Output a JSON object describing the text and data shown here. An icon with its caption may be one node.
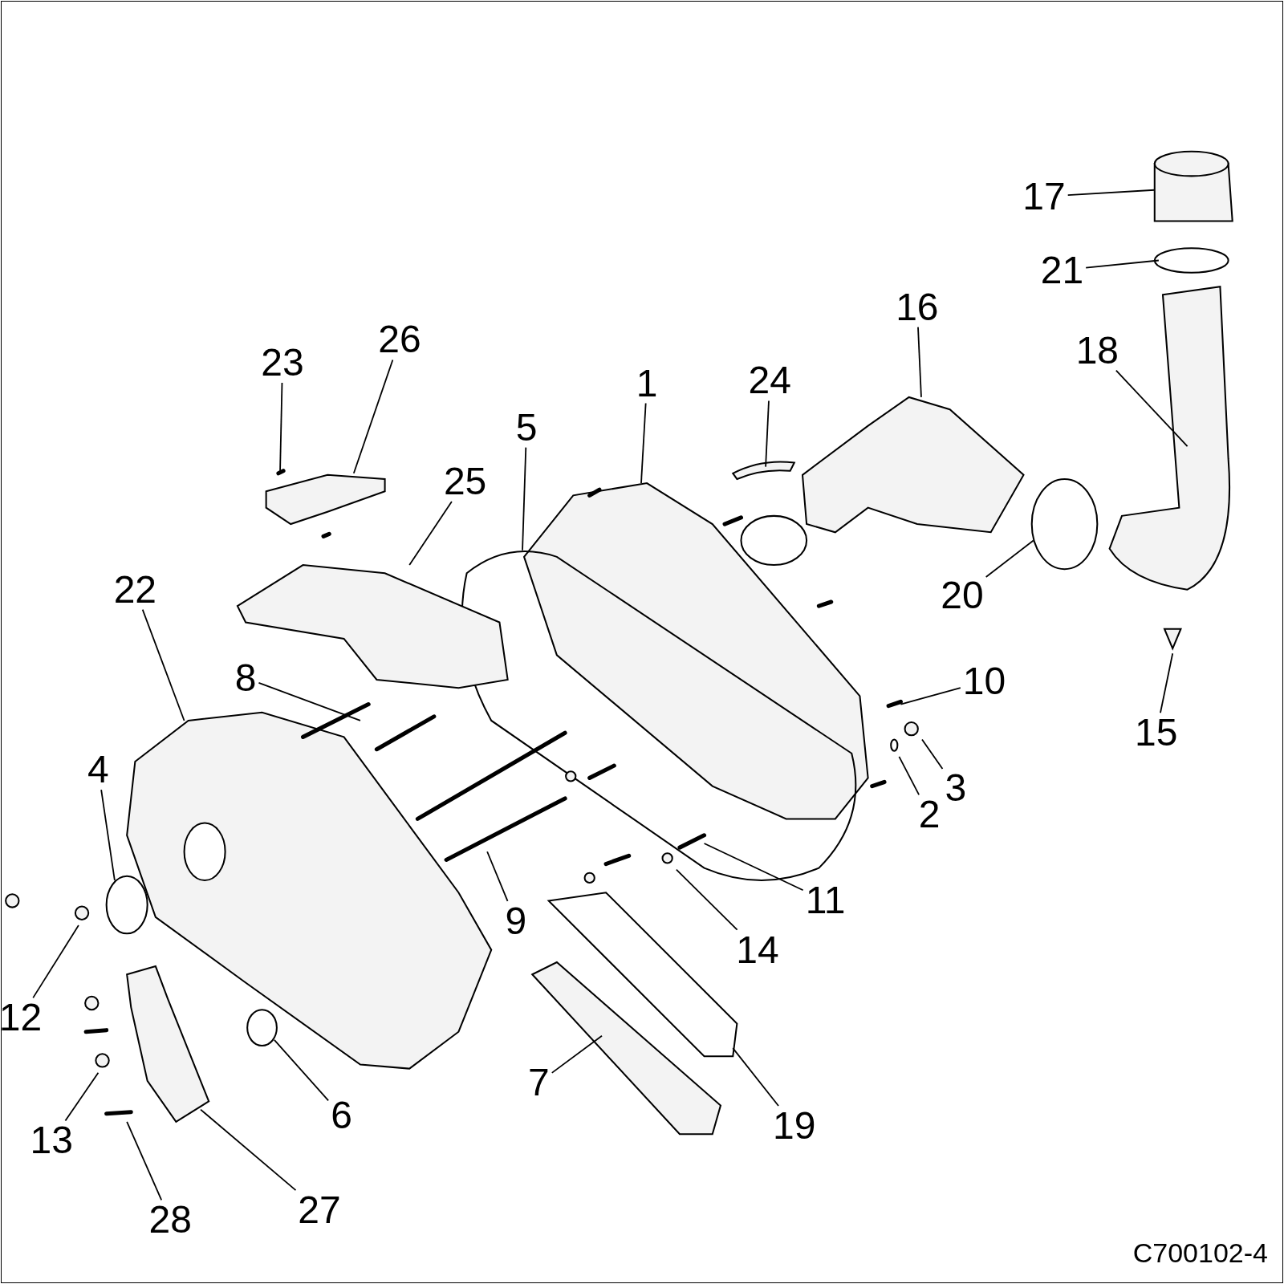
{
  "diagram": {
    "nodes": [
      {
        "text": [
          "17"
        ]
      },
      {
        "text": [
          "21"
        ]
      },
      {
        "text": [
          "16"
        ]
      },
      {
        "text": [
          "26"
        ]
      },
      {
        "text": [
          "18"
        ]
      },
      {
        "text": [
          "23"
        ]
      },
      {
        "text": [
          "24"
        ]
      },
      {
        "text": [
          "1"
        ]
      },
      {
        "text": [
          "5"
        ]
      },
      {
        "text": [
          "25"
        ]
      },
      {
        "text": [
          "22"
        ]
      },
      {
        "text": [
          "20"
        ]
      },
      {
        "text": [
          "8"
        ]
      },
      {
        "text": [
          "10"
        ]
      },
      {
        "text": [
          "15"
        ]
      },
      {
        "text": [
          "4"
        ]
      },
      {
        "text": [
          "3"
        ]
      },
      {
        "text": [
          "2"
        ]
      },
      {
        "text": [
          "11"
        ]
      },
      {
        "text": [
          "9"
        ]
      },
      {
        "text": [
          "14"
        ]
      },
      {
        "text": [
          "12"
        ]
      },
      {
        "text": [
          "7"
        ]
      },
      {
        "text": [
          "6"
        ]
      },
      {
        "text": [
          "19"
        ]
      },
      {
        "text": [
          "13"
        ]
      },
      {
        "text": [
          "27"
        ]
      },
      {
        "text": [
          "28"
        ]
      }
    ],
    "edges": [
      {
        "from": 0,
        "to": null,
        "arrow": "none"
      },
      {
        "from": 1,
        "to": null,
        "arrow": "none"
      },
      {
        "from": 2,
        "to": null,
        "arrow": "none"
      },
      {
        "from": 3,
        "to": null,
        "arrow": "none"
      },
      {
        "from": 4,
        "to": null,
        "arrow": "none"
      },
      {
        "from": 5,
        "to": null,
        "arrow": "none"
      },
      {
        "from": 6,
        "to": null,
        "arrow": "none"
      },
      {
        "from": 7,
        "to": null,
        "arrow": "none"
      },
      {
        "from": 8,
        "to": null,
        "arrow": "none"
      },
      {
        "from": 9,
        "to": null,
        "arrow": "none"
      },
      {
        "from": 10,
        "to": null,
        "arrow": "none"
      },
      {
        "from": 11,
        "to": null,
        "arrow": "none"
      },
      {
        "from": 12,
        "to": null,
        "arrow": "none"
      },
      {
        "from": 13,
        "to": null,
        "arrow": "none"
      },
      {
        "from": 14,
        "to": null,
        "arrow": "none"
      },
      {
        "from": 15,
        "to": null,
        "arrow": "none"
      },
      {
        "from": 16,
        "to": null,
        "arrow": "none"
      },
      {
        "from": 17,
        "to": null,
        "arrow": "none"
      },
      {
        "from": 18,
        "to": null,
        "arrow": "none"
      },
      {
        "from": 19,
        "to": null,
        "arrow": "none"
      },
      {
        "from": 20,
        "to": null,
        "arrow": "none"
      },
      {
        "from": 21,
        "to": null,
        "arrow": "none"
      },
      {
        "from": 22,
        "to": null,
        "arrow": "none"
      },
      {
        "from": 23,
        "to": null,
        "arrow": "none"
      },
      {
        "from": 24,
        "to": null,
        "arrow": "none"
      },
      {
        "from": 25,
        "to": null,
        "arrow": "none"
      },
      {
        "from": 26,
        "to": null,
        "arrow": "none"
      },
      {
        "from": 27,
        "to": null,
        "arrow": "none"
      }
    ],
    "labels": [
      "C700102-4"
    ]
  }
}
